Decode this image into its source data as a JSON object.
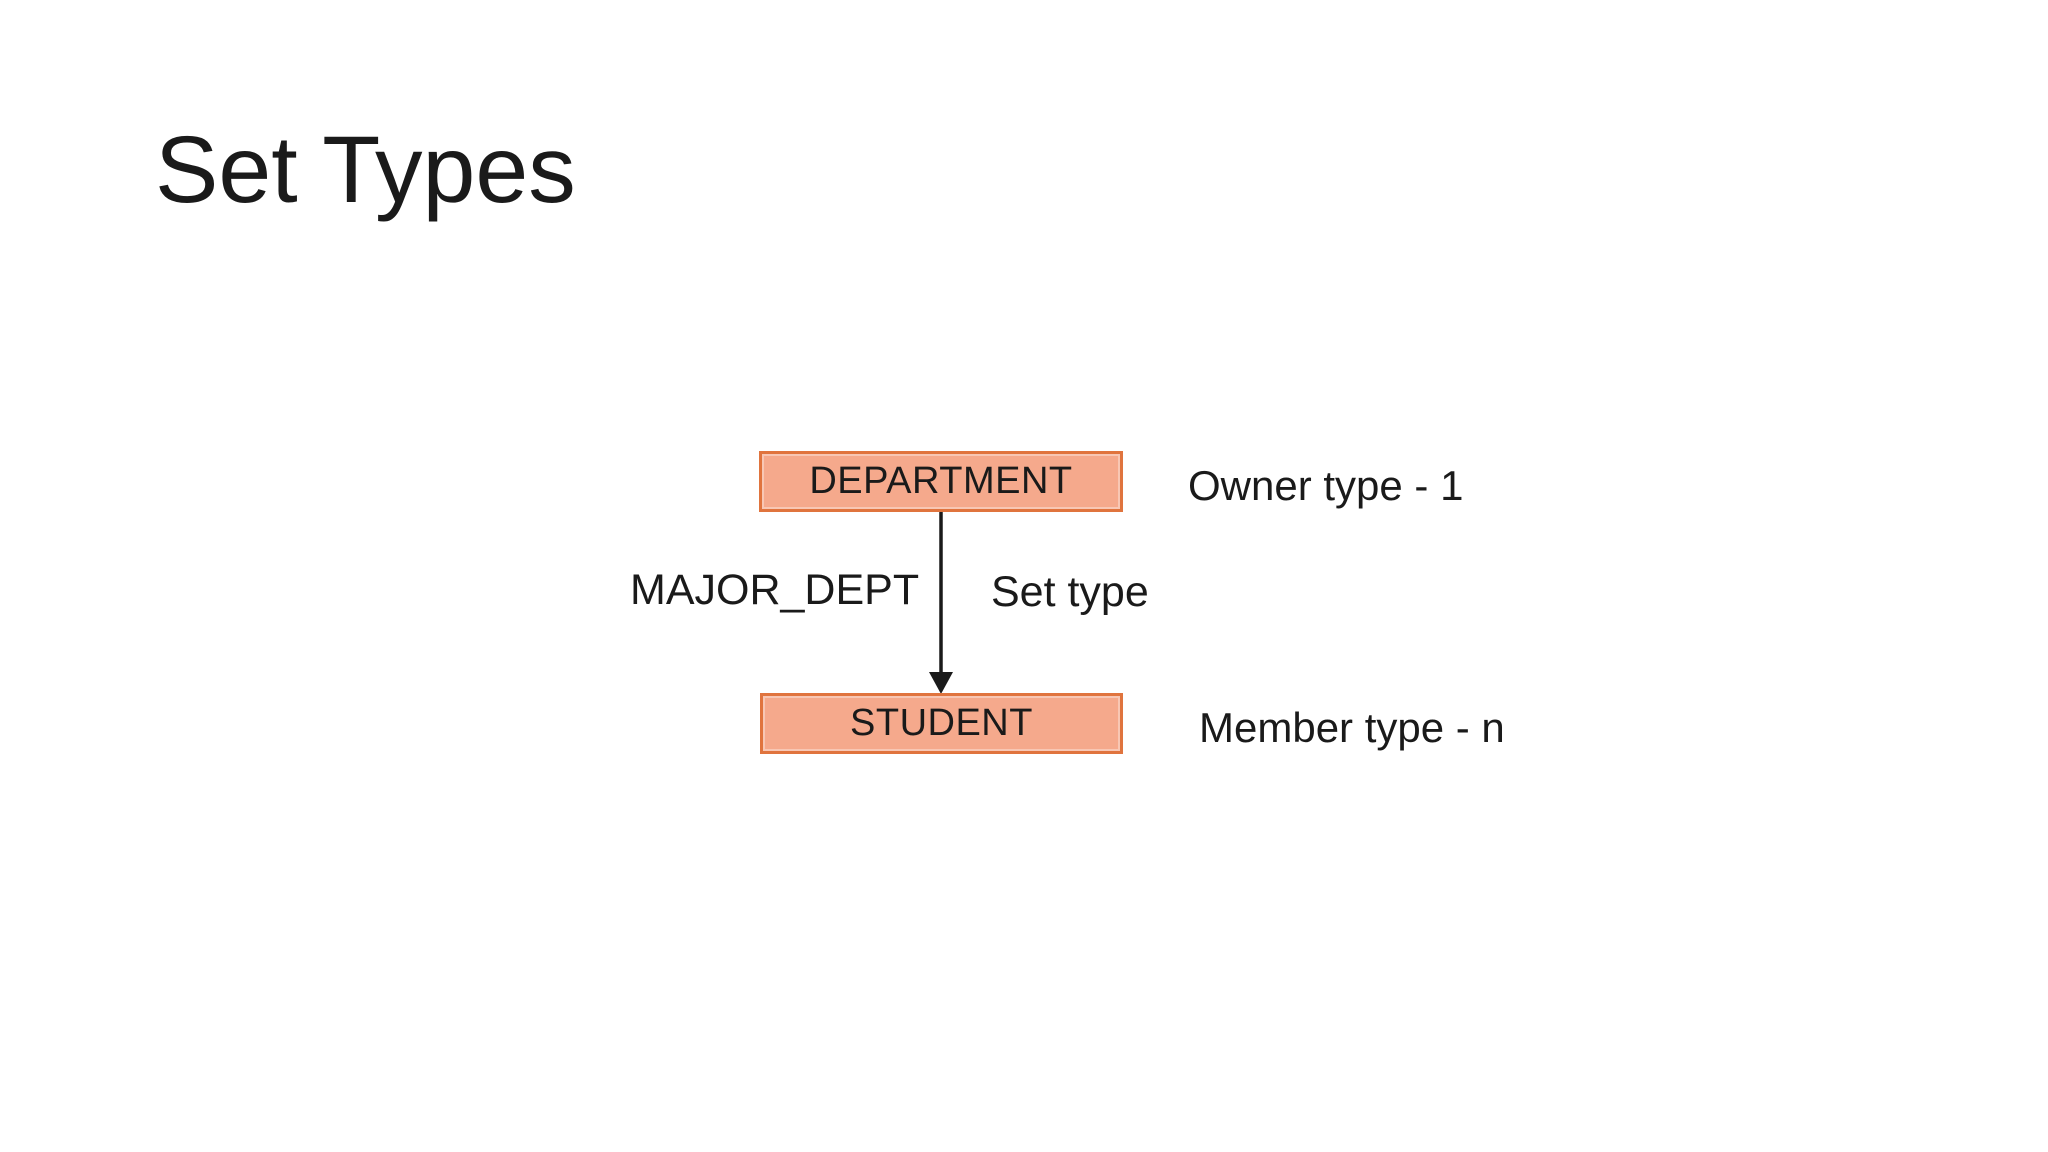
{
  "slide": {
    "title": "Set Types"
  },
  "diagram": {
    "owner_box": {
      "label": "DEPARTMENT"
    },
    "member_box": {
      "label": "STUDENT"
    },
    "edge": {
      "set_name": "MAJOR_DEPT",
      "set_type_label": "Set type",
      "direction": "owner-to-member"
    },
    "annotations": {
      "owner": "Owner type - 1",
      "member": "Member type - n"
    },
    "colors": {
      "box_fill": "#f5a98c",
      "box_border": "#e0743e",
      "text": "#1a1a1a",
      "background": "#ffffff"
    }
  }
}
